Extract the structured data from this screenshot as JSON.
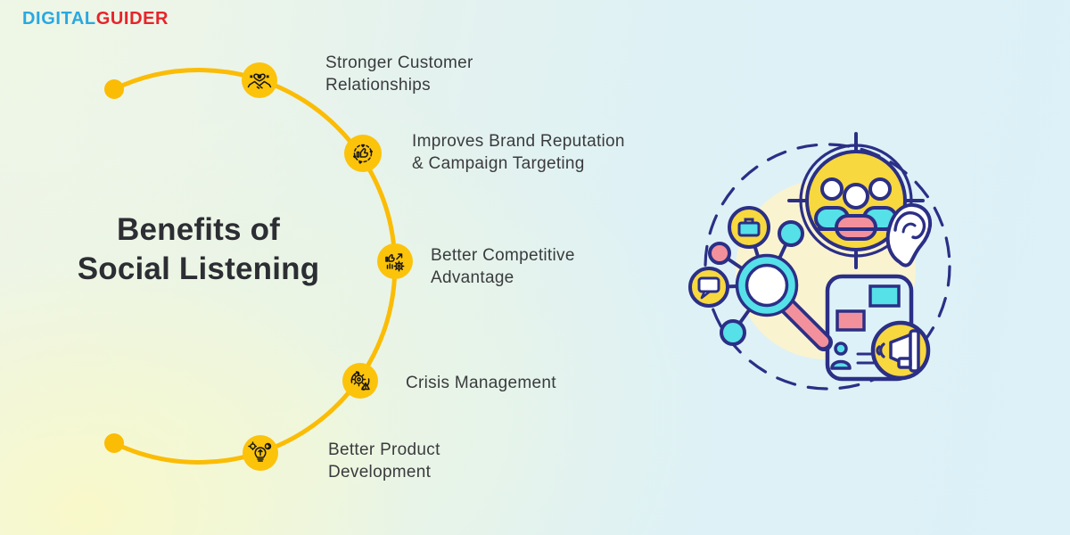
{
  "logo": {
    "part1": "DIGITAL",
    "part2": "GUIDER"
  },
  "title": "Benefits of\nSocial Listening",
  "benefits": [
    {
      "label": "Stronger Customer\nRelationships",
      "icon": "handshake-heart-icon"
    },
    {
      "label": "Improves Brand Reputation\n& Campaign Targeting",
      "icon": "thumbs-up-badge-icon"
    },
    {
      "label": "Better Competitive\nAdvantage",
      "icon": "competitive-growth-icon"
    },
    {
      "label": "Crisis Management",
      "icon": "crisis-gear-icon"
    },
    {
      "label": "Better Product\nDevelopment",
      "icon": "idea-bulb-icon"
    }
  ],
  "illustration": {
    "name": "social-listening-collage"
  },
  "colors": {
    "accent_gold": "#fbbc05",
    "icon_circle_gold": "#fcc30b",
    "logo_blue": "#29a8e0",
    "logo_red": "#e8232a",
    "title_text": "#2c2e33",
    "label_text": "#3a3b3d",
    "illustration_navy": "#2b2f86",
    "illustration_yellow": "#f7d83f",
    "illustration_cyan": "#56e0e8",
    "illustration_pink": "#f2919c",
    "illustration_pale_yellow": "#faf3d0",
    "background_left": "#eff6e7",
    "background_right": "#dcf1f8"
  }
}
